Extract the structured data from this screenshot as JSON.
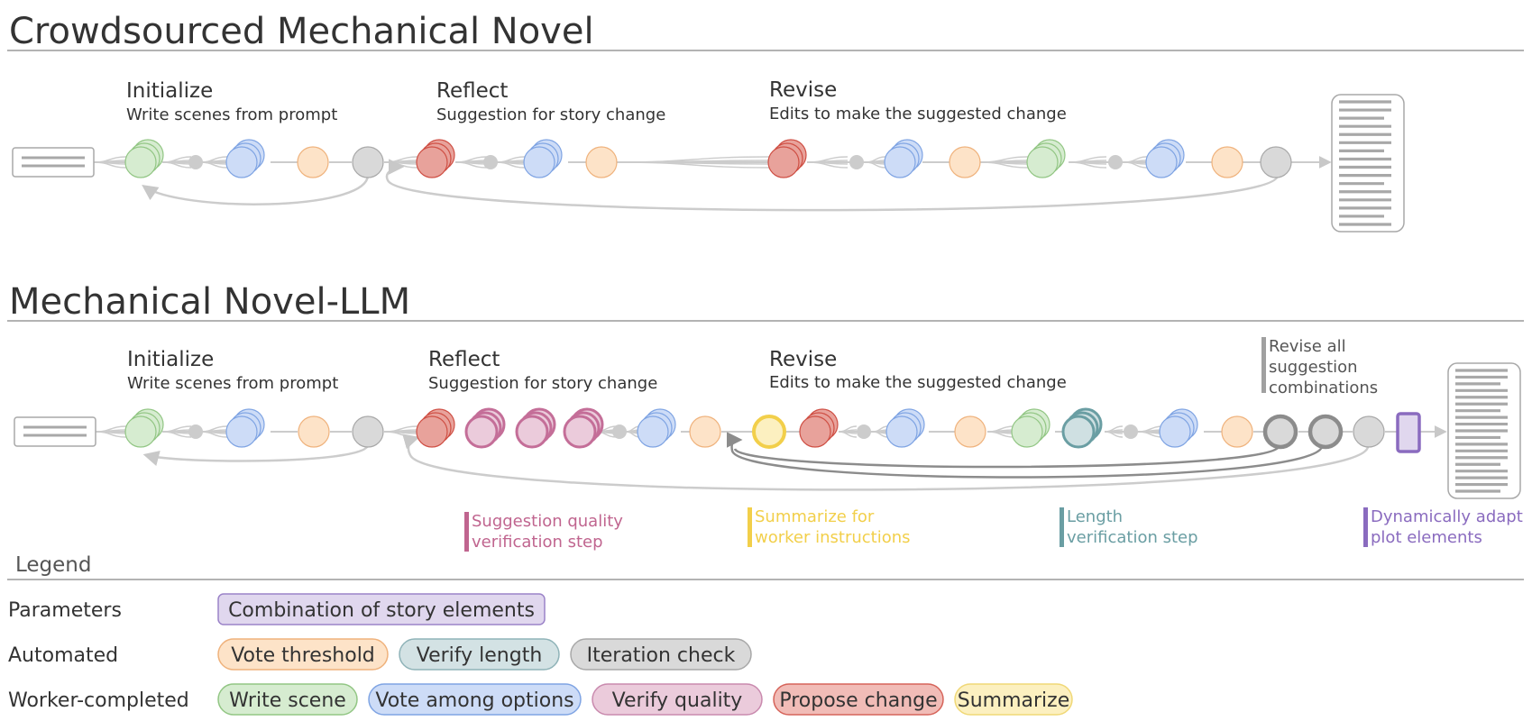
{
  "top": {
    "title": "Crowdsourced Mechanical Novel",
    "stages": [
      {
        "name": "Initialize",
        "desc": "Write scenes from prompt"
      },
      {
        "name": "Reflect",
        "desc": "Suggestion for story change"
      },
      {
        "name": "Revise",
        "desc": "Edits to make the suggested change"
      }
    ]
  },
  "bottom": {
    "title": "Mechanical Novel-LLM",
    "stages": [
      {
        "name": "Initialize",
        "desc": "Write scenes from prompt"
      },
      {
        "name": "Reflect",
        "desc": "Suggestion for story change"
      },
      {
        "name": "Revise",
        "desc": "Edits to make the suggested change"
      }
    ],
    "revise_all": [
      "Revise all",
      "suggestion",
      "combinations"
    ],
    "annotations": [
      {
        "lines": [
          "Suggestion quality",
          "verification step"
        ],
        "color": "#c0658f"
      },
      {
        "lines": [
          "Summarize for",
          "worker instructions"
        ],
        "color": "#f2cf4a"
      },
      {
        "lines": [
          "Length",
          "verification step"
        ],
        "color": "#6a9ea3"
      },
      {
        "lines": [
          "Dynamically adapt",
          "plot elements"
        ],
        "color": "#8a6bbf"
      }
    ]
  },
  "legend": {
    "title": "Legend",
    "rows": [
      {
        "label": "Parameters",
        "items": [
          {
            "label": "Combination of story elements",
            "fill": "#e0d7ee",
            "stroke": "#9b83c8"
          }
        ]
      },
      {
        "label": "Automated",
        "items": [
          {
            "label": "Vote threshold",
            "fill": "#fde3c8",
            "stroke": "#efb27c"
          },
          {
            "label": "Verify length",
            "fill": "#d3e2e4",
            "stroke": "#8fb3b8"
          },
          {
            "label": "Iteration check",
            "fill": "#d9d9d9",
            "stroke": "#a8a8a8"
          }
        ]
      },
      {
        "label": "Worker-completed",
        "items": [
          {
            "label": "Write scene",
            "fill": "#d6ecd0",
            "stroke": "#92c684"
          },
          {
            "label": "Vote among options",
            "fill": "#cddcf7",
            "stroke": "#7fa4e3"
          },
          {
            "label": "Verify quality",
            "fill": "#ebcbdb",
            "stroke": "#c98aae"
          },
          {
            "label": "Propose change",
            "fill": "#f1bcb7",
            "stroke": "#d6645a"
          },
          {
            "label": "Summarize",
            "fill": "#fcf0c0",
            "stroke": "#f0d877"
          }
        ]
      }
    ]
  },
  "colors": {
    "write": "#d6ecd0",
    "write_stroke": "#92c684",
    "vote": "#cddcf7",
    "vote_stroke": "#7fa4e3",
    "threshold": "#fde3c8",
    "threshold_stroke": "#efb27c",
    "iteration": "#d9d9d9",
    "iteration_stroke": "#a8a8a8",
    "propose": "#e8a29b",
    "propose_stroke": "#cf4f44",
    "verify": "#ebcbdb",
    "verify_stroke": "#c46e98",
    "summarize": "#fcf0c0",
    "summarize_stroke": "#f2cf4a",
    "length": "#cfe0e2",
    "length_stroke": "#6a9ea3",
    "param": "#e0d7ee",
    "param_stroke": "#8a6bbf",
    "flow": "#cccccc",
    "flow_dark": "#8c8c8c"
  }
}
